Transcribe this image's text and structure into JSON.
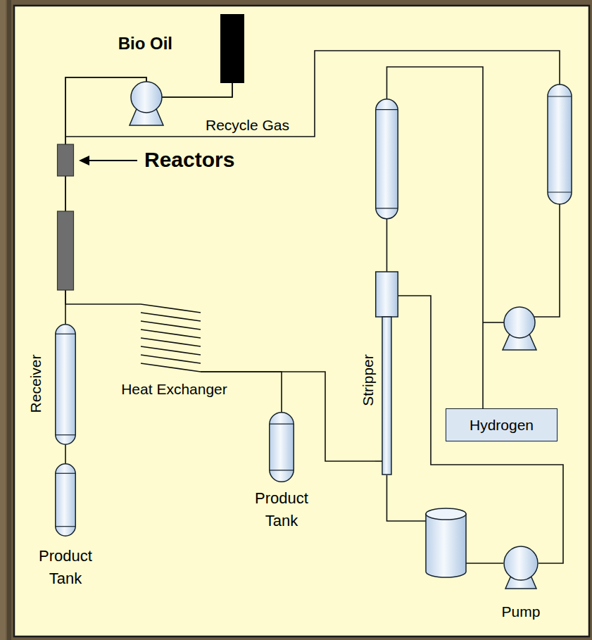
{
  "diagram": {
    "nodes": [
      {
        "text": [
          "Bio Oil"
        ]
      },
      {
        "text": [
          "Receiver"
        ]
      },
      {
        "text": [
          "Product Tank"
        ]
      },
      {
        "text": [
          "Heat Exchanger"
        ]
      },
      {
        "text": [
          "Product Tank"
        ]
      },
      {
        "text": [
          "Stripper"
        ]
      },
      {
        "text": [
          "Hydrogen"
        ]
      },
      {
        "text": [
          "Pump"
        ]
      }
    ],
    "edges": [
      {
        "from": 0,
        "to": 1,
        "arrow": "none"
      },
      {
        "from": 0,
        "to": 3,
        "arrow": "none"
      },
      {
        "from": 1,
        "to": 2,
        "arrow": "none"
      },
      {
        "from": 3,
        "to": 4,
        "arrow": "none"
      },
      {
        "from": 3,
        "to": 5,
        "arrow": "none"
      },
      {
        "from": 6,
        "to": 5,
        "arrow": "none"
      },
      {
        "from": 7,
        "to": 5,
        "arrow": "none"
      },
      {
        "from": 5,
        "to": 7,
        "arrow": "none"
      }
    ],
    "labels": [
      "Recycle Gas",
      "Reactors"
    ]
  }
}
